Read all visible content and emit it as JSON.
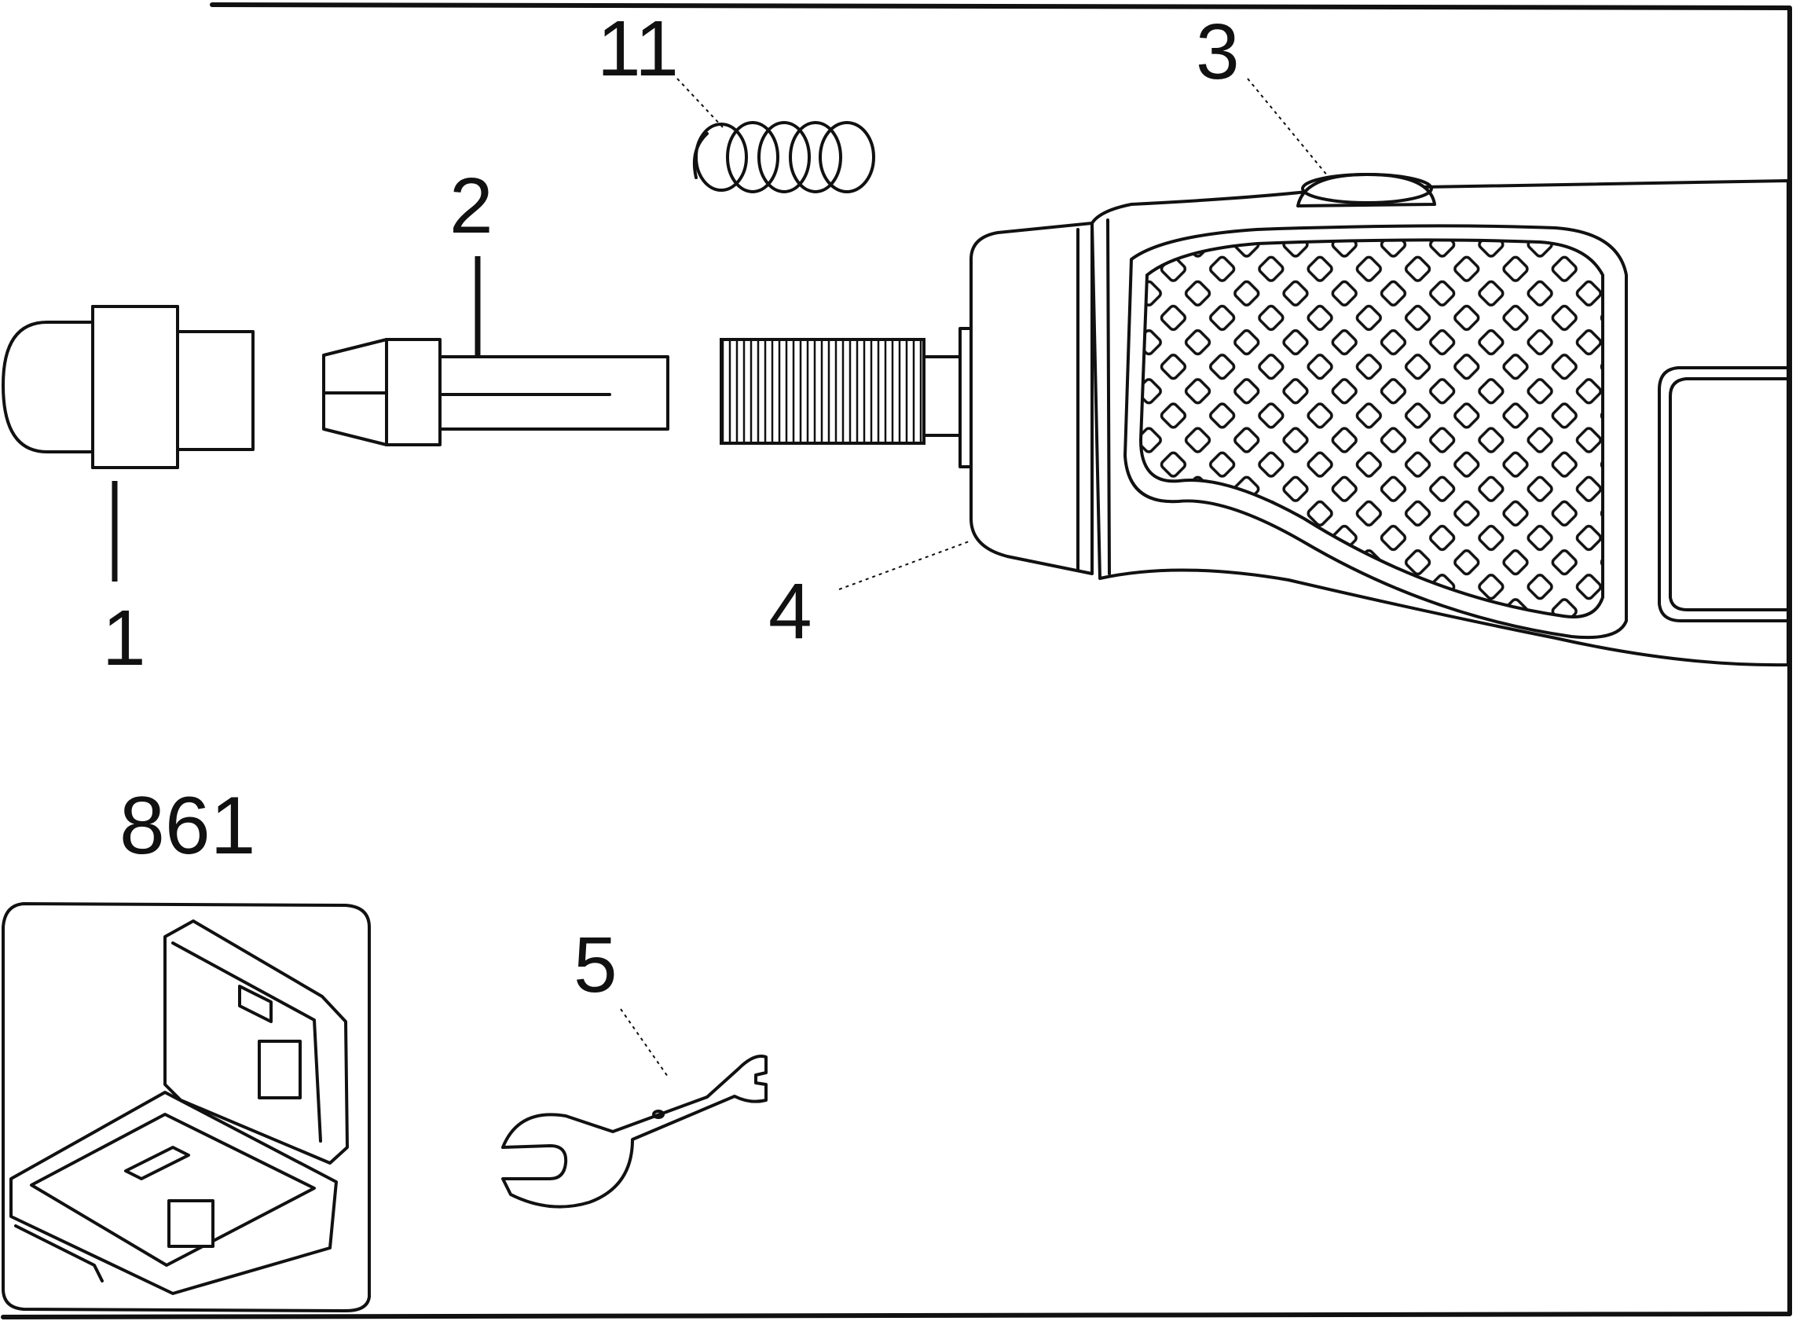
{
  "callouts": [
    {
      "id": "part-1",
      "label": "1"
    },
    {
      "id": "part-2",
      "label": "2"
    },
    {
      "id": "part-3",
      "label": "3"
    },
    {
      "id": "part-4",
      "label": "4"
    },
    {
      "id": "part-5",
      "label": "5"
    },
    {
      "id": "part-11",
      "label": "11"
    }
  ],
  "model_label": "861",
  "colors": {
    "ink": "#111111",
    "background": "#ffffff"
  }
}
